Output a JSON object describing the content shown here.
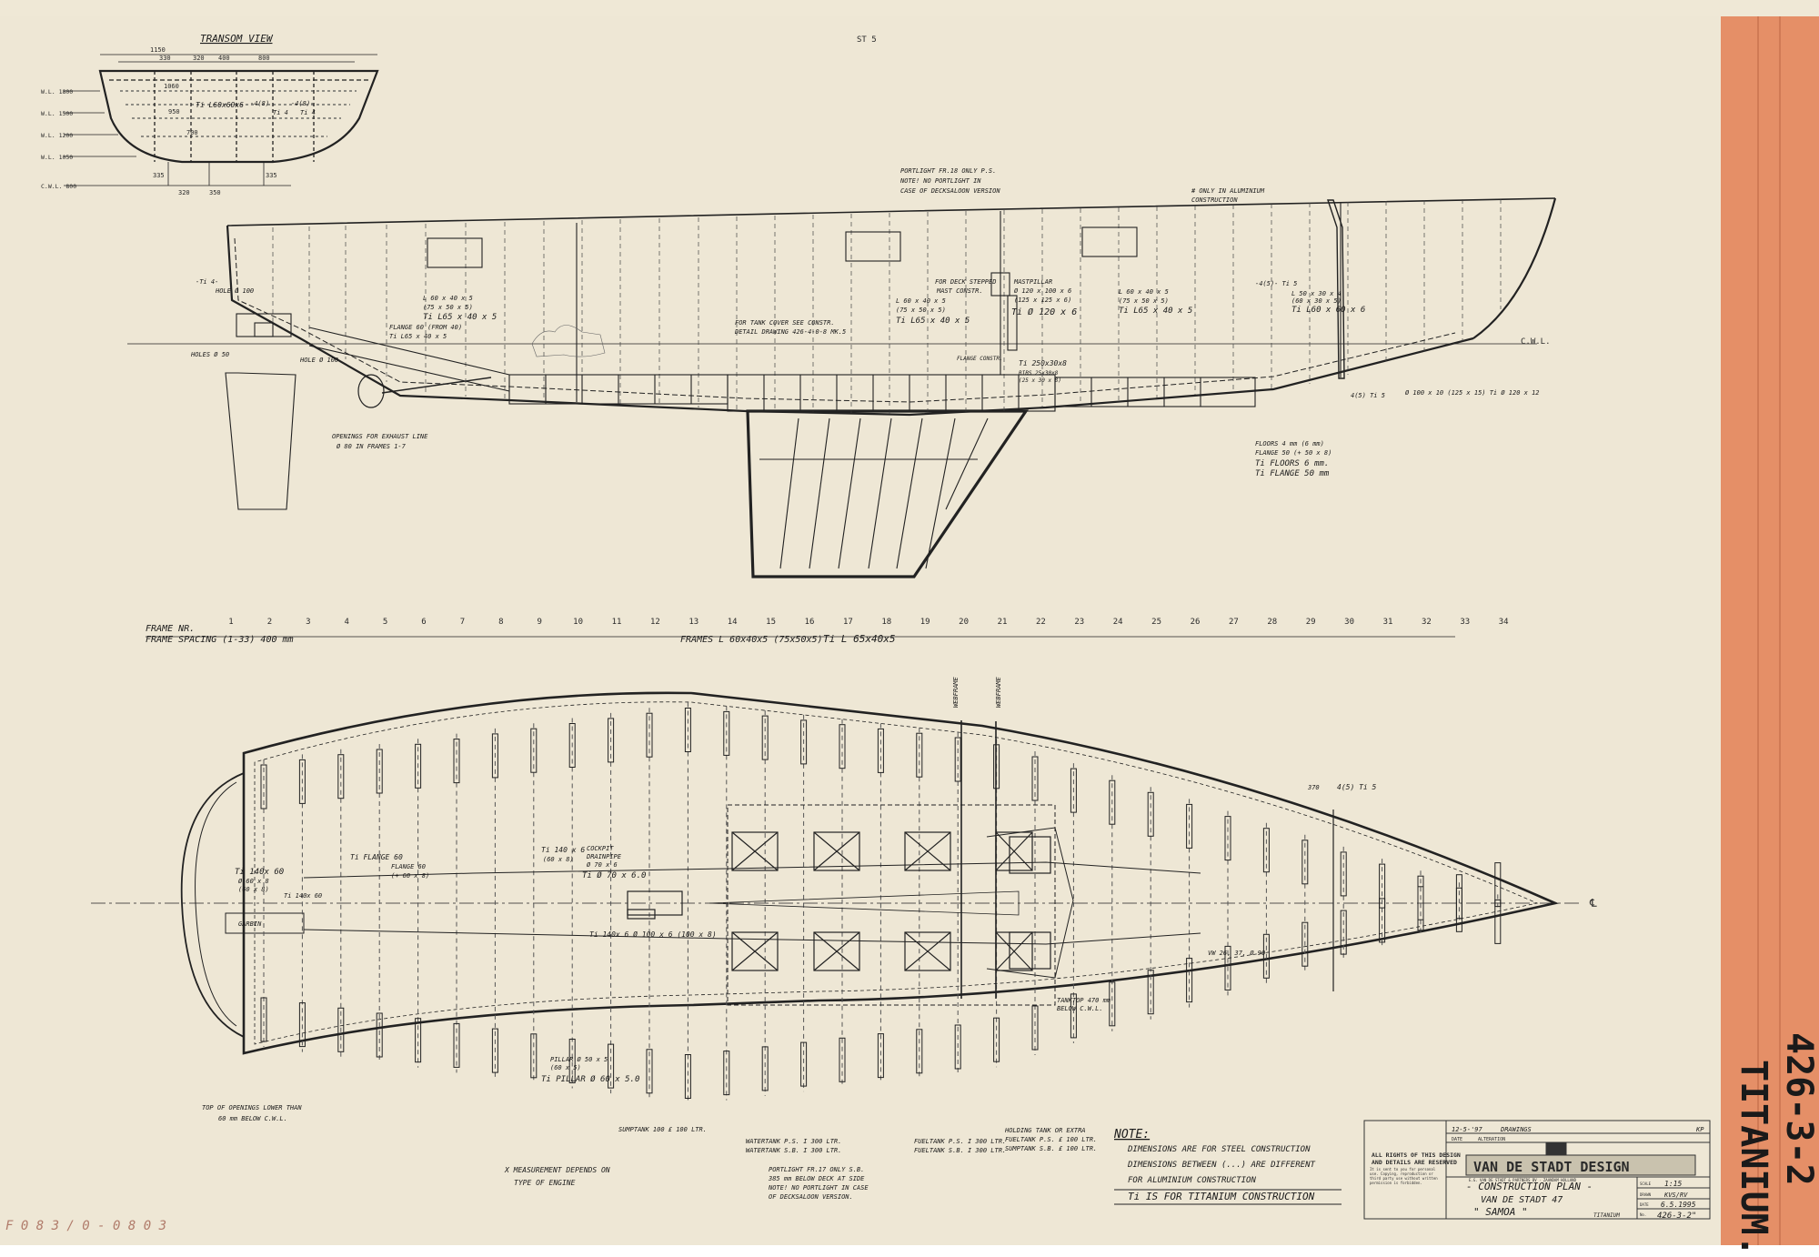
{
  "sheet_labels": {
    "transom_view": "TRANSOM VIEW",
    "station_top": "ST 5",
    "cwl": "C.W.L."
  },
  "transom": {
    "waterlines": [
      "W.L. 1800",
      "W.L. 1500",
      "W.L. 1200",
      "W.L. 1050",
      "C.W.L. 800"
    ],
    "dims_top": [
      "1150",
      "330",
      "320",
      "400",
      "800"
    ],
    "notes": [
      "Ti L60x60x6",
      "-4(8)",
      "Ti 4",
      "-4(8)-",
      "Ti 4",
      "1060",
      "950",
      "700"
    ],
    "dims_bottom": [
      "320",
      "350",
      "335",
      "335"
    ]
  },
  "profile_notes": {
    "portlight_18": "PORTLIGHT FR.18 ONLY P.S.",
    "portlight_note_1": "NOTE! NO PORTLIGHT IN",
    "portlight_note_2": "CASE OF DECKSALOON VERSION",
    "alu_only_1": "# ONLY IN ALUMINIUM",
    "alu_only_2": "CONSTRUCTION",
    "deck_stepped_1": "FOR DECK STEPPED",
    "deck_stepped_2": "MAST CONSTR.",
    "mastpillar_1": "MASTPILLAR",
    "mastpillar_2": "Ø 120 x 100 x 6",
    "mastpillar_3": "(125 x 125 x 6)",
    "mastpillar_4": "Ti Ø 120 x 6",
    "tank_cover_1": "FOR TANK COVER SEE CONSTR.",
    "tank_cover_2": "DETAIL DRAWING 426-4-0-8 MK.5",
    "l60_1": "L 60 x 40 x 5",
    "l60_2": "(75 x 50 x 5)",
    "l60_3": "Ti L65 x 40 x 5",
    "l60b_1": "L 60 x 40 x 5",
    "l60b_2": "(75 x 50 x 5)",
    "l60b_3": "Ti L65 x 40 x 5",
    "l60c_1": "L 60 x 40 x 5",
    "l60c_2": "(75 x 50 x 5)",
    "l60c_3": "Ti L65 x 40 x 5",
    "l50_1": "L 50 x 30 x 4",
    "l50_2": "(60 x 30 x 5)",
    "l50_3": "Ti L60 x 60 x 6",
    "flange_1": "FLANGE 60 (FROM 40)",
    "flange_2": "Ti L65 x 40 x 5",
    "holes_50": "HOLES Ø 50",
    "hole_100": "HOLE Ø 100",
    "hole_1": "HOLE Ø 100",
    "ti4": "-Ti 4-",
    "exhaust_1": "OPENINGS FOR EXHAUST LINE",
    "exhaust_2": "Ø 80 IN FRAMES 1-7",
    "floors_1": "FLOORS 4 mm (6 mm)",
    "floors_2": "FLANGE 50 (+ 50 x 8)",
    "floors_3": "Ti FLOORS 6 mm.",
    "floors_4": "Ti FLANGE 50 mm",
    "bar_1": "Ø 100 x 10 (125 x 15) Ti Ø 120 x 12",
    "flange_constr": "FLANGE CONSTR.",
    "ti_250": "Ti 250x30x8",
    "ti_250b": "RIBS 25x30x8",
    "ti_250c": "(25 x 30 x 8)",
    "ti5_stem": "-4(5)- Ti 5",
    "ti5_stem2": "4(5) Ti 5"
  },
  "frames": {
    "label": "FRAME NR.",
    "numbers": [
      "1",
      "2",
      "3",
      "4",
      "5",
      "6",
      "7",
      "8",
      "9",
      "10",
      "11",
      "12",
      "13",
      "14",
      "15",
      "16",
      "17",
      "18",
      "19",
      "20",
      "21",
      "22",
      "23",
      "24",
      "25",
      "26",
      "27",
      "28",
      "29",
      "30",
      "31",
      "32",
      "33",
      "34"
    ],
    "spacing": "FRAME SPACING (1-33) 400 mm",
    "profile": "FRAMES L 60x40x5 (75x50x5)",
    "profile_ti": "Ti L 65x40x5"
  },
  "plan_notes": {
    "webframe_1": "WEBFRAME",
    "webframe_2": "WEBFRAME",
    "ti_140": "Ti 140x 60",
    "ti_140b": "Ø 60 x 8",
    "ti_140c": "(60 x 8)",
    "ti_flange": "Ti FLANGE 60",
    "ti_flange_b": "FLANGE 60",
    "ti_flange_c": "(+ 60 x 8)",
    "cockpit_1": "COCKPIT",
    "cockpit_2": "DRAINPIPE",
    "cockpit_3": "Ø 70 x 6",
    "cockpit_4": "Ti Ø 70 x 6.0",
    "ti_140_mid": "Ti 140 x 6",
    "ti_140_mid2": "(60 x 8)",
    "pillar_1": "PILLAR Ø 50 x 5",
    "pillar_2": "(60 x 5)",
    "pillar_3": "Ti PILLAR Ø 60 x 5.0",
    "ti_140_lower": "Ti 140x 6  Ø 100 x 6 (100 x 8)",
    "garbin": "GARBIN",
    "ti_140_top": "Ti 140x 60",
    "open_1": "TOP OF OPENINGS LOWER THAN",
    "open_2": "60 mm BELOW C.W.L.",
    "sump_1": "SUMPTANK 100 £ 100 LTR.",
    "water_1": "WATERTANK  P.S.  I  300 LTR.",
    "water_2": "WATERTANK  S.B.  I  300 LTR.",
    "fuel_1": "FUELTANK  P.S.  I  300 LTR.",
    "fuel_2": "FUELTANK  S.B.  I  300 LTR.",
    "holding_1": "HOLDING TANK OR EXTRA",
    "holding_2": "FUELTANK P.S. £ 100 LTR.",
    "holding_3": "SUMPTANK S.B. £ 100 LTR.",
    "portlight_17_1": "PORTLIGHT FR.17 ONLY S.B.",
    "portlight_17_2": "385 mm BELOW DECK AT SIDE",
    "portlight_17_3": "NOTE! NO PORTLIGHT IN CASE",
    "portlight_17_4": "OF DECKSALOON VERSION.",
    "tanktop": "TANKTOP 470 mm",
    "tanktop2": "BELOW C.W.L.",
    "vw": "VW 26, 37, Ø 90",
    "dim_370": "370",
    "dim_4_5": "4(5) Ti 5",
    "measurement_1": "X MEASUREMENT DEPENDS ON",
    "measurement_2": "TYPE OF ENGINE",
    "cl": "℄"
  },
  "note_block": {
    "heading": "NOTE:",
    "line1": "DIMENSIONS ARE FOR STEEL CONSTRUCTION",
    "line2": "DIMENSIONS BETWEEN (...) ARE DIFFERENT",
    "line3": "FOR ALUMINIUM CONSTRUCTION",
    "line4": "Ti IS FOR TITANIUM CONSTRUCTION"
  },
  "title_block": {
    "rev_date": "12-5-'97",
    "rev_text": "DRAWINGS",
    "rev_initials": "KP",
    "col_date": "DATE",
    "col_alt": "ALTERATION",
    "rights_1": "ALL RIGHTS OF THIS DESIGN",
    "rights_2": "AND DETAILS ARE RESERVED",
    "rights_fine": "It is sent to you for personal use. Copying, reproduction or third party use without written permission is forbidden.",
    "company": "VAN DE STADT DESIGN",
    "company_sub": "E.G. VAN DE STADT & PARTNERS BV  ·  ZAANDAM HOLLAND",
    "title_1": "- CONSTRUCTION PLAN -",
    "title_2": "VAN DE STADT 47",
    "title_3": "\" SAMOA \"",
    "title_4": "TITANIUM",
    "scale_label": "SCALE",
    "scale": "1:15",
    "drawn_label": "DRAWN",
    "drawn": "KVS/RV",
    "date_label": "DATE",
    "date": "6.5.1995",
    "no_label": "No.",
    "number": "426-3-2\""
  },
  "side": {
    "titanium": "TITANIUM.",
    "number": "426-3-2"
  },
  "margin": "F 0 8 3 / 0 ‑ 0 8 0 3",
  "colors": {
    "paper": "#eee7d5",
    "tab": "#e58f67",
    "ink": "#1f1f1f"
  }
}
